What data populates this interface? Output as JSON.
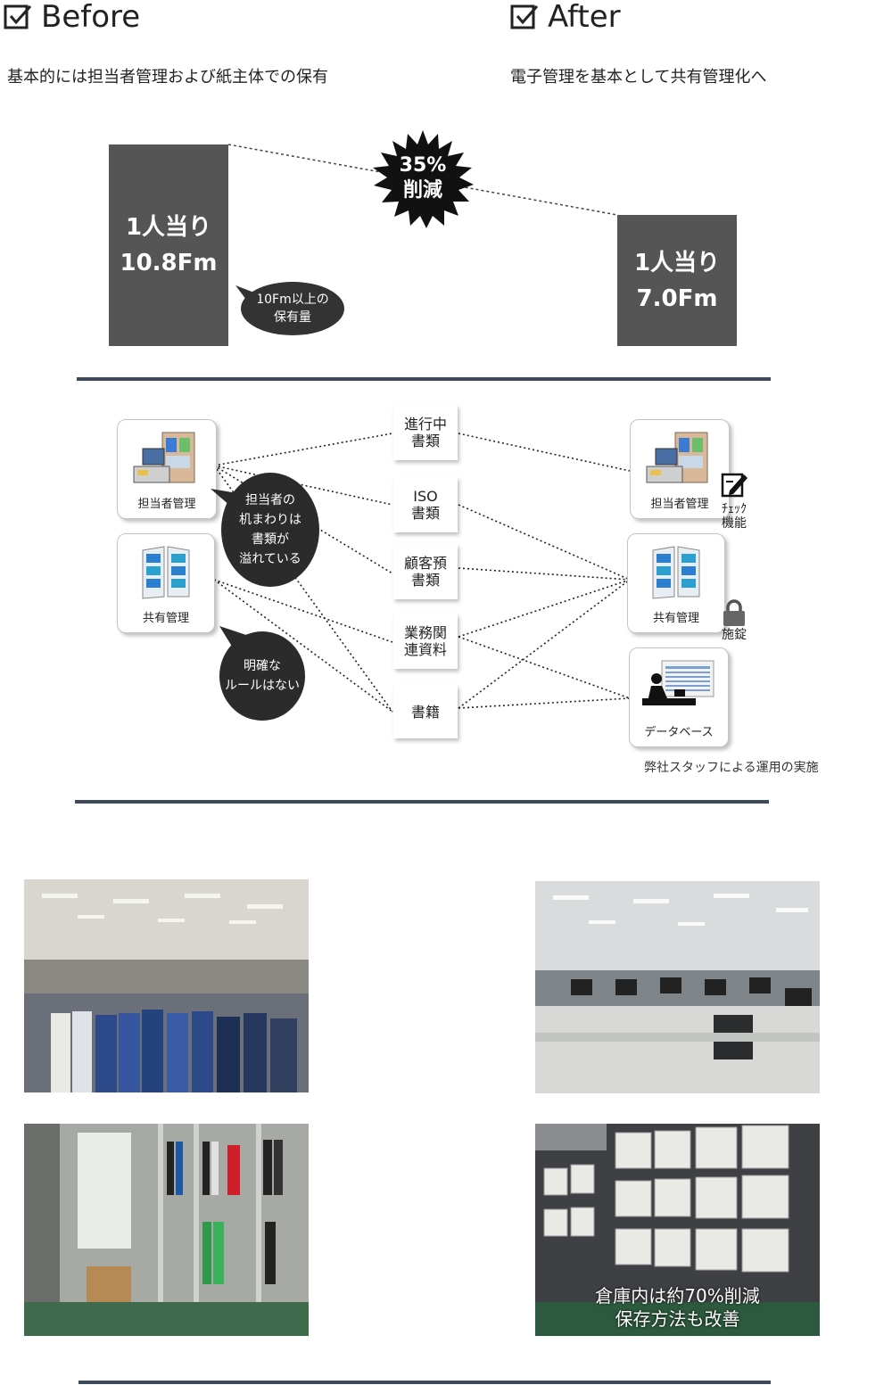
{
  "header": {
    "before_title": "Before",
    "after_title": "After",
    "before_sub": "基本的には担当者管理および紙主体での保有",
    "after_sub": "電子管理を基本として共有管理化へ"
  },
  "chart": {
    "before_line1": "1人当り",
    "before_line2": "10.8Fm",
    "after_line1": "1人当り",
    "after_line2": "7.0Fm",
    "reduction_line1": "35%",
    "reduction_line2": "削減",
    "note_line1": "10Fm以上の",
    "note_line2": "保有量"
  },
  "chart_data": {
    "type": "bar",
    "categories": [
      "Before",
      "After"
    ],
    "values": [
      10.8,
      7.0
    ],
    "title": "",
    "xlabel": "",
    "ylabel": "",
    "ylim": [
      0,
      10.8
    ]
  },
  "diagram": {
    "left_cards": [
      "担当者管理",
      "共有管理"
    ],
    "documents": [
      [
        "進行中",
        "書類"
      ],
      [
        "ISO",
        "書類"
      ],
      [
        "顧客預",
        "書類"
      ],
      [
        "業務関",
        "連資料"
      ],
      [
        "書籍"
      ]
    ],
    "right_cards": [
      "担当者管理",
      "共有管理",
      "データベース"
    ],
    "bubble1": [
      "担当者の",
      "机まわりは",
      "書類が",
      "溢れている"
    ],
    "bubble2": [
      "明確な",
      "ルールはない"
    ],
    "feature_check": [
      "ﾁｪｯｸ",
      "機能"
    ],
    "feature_lock": [
      "施錠"
    ],
    "note": "弊社スタッフによる運用の実施"
  },
  "photos": {
    "overlay_line1": "倉庫内は約70%削減",
    "overlay_line2": "保存方法も改善"
  },
  "colors": {
    "bar": "#555555",
    "rule": "#3e4a5c",
    "bubble": "#2b2b2b"
  },
  "icons": [
    "checkbox-icon",
    "burst-badge",
    "cabinet-icon",
    "shelf-icon",
    "database-icon",
    "memo-icon",
    "lock-icon"
  ]
}
